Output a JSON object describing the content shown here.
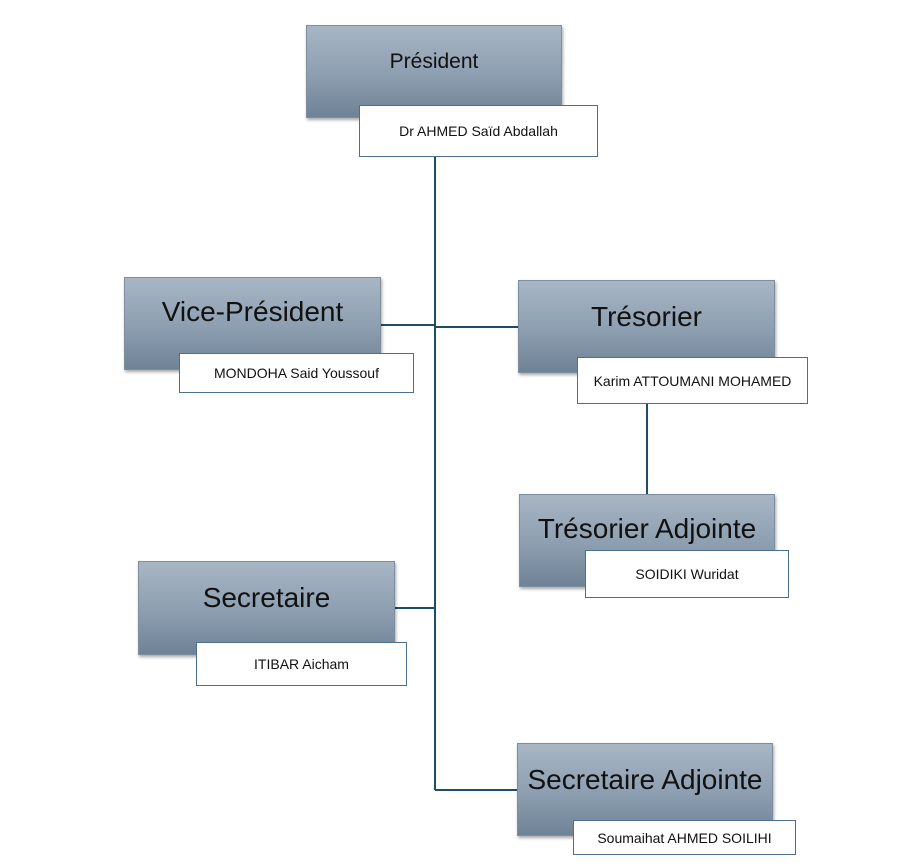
{
  "colors": {
    "connector": "#1f4e63",
    "role_fill": "#8c9eb0",
    "name_border": "#4e6f8c"
  },
  "nodes": {
    "president": {
      "title": "Président",
      "name": "Dr AHMED Saïd Abdallah"
    },
    "vice_president": {
      "title": "Vice-Président",
      "name": "MONDOHA Said Youssouf"
    },
    "tresorier": {
      "title": "Trésorier",
      "name": "Karim ATTOUMANI MOHAMED"
    },
    "tresorier_adjointe": {
      "title": "Trésorier Adjointe",
      "name": "SOIDIKI  Wuridat"
    },
    "secretaire": {
      "title": "Secretaire",
      "name": "ITIBAR  Aicham"
    },
    "secretaire_adjointe": {
      "title": "Secretaire Adjointe",
      "name": "Soumaihat AHMED SOILIHI"
    }
  }
}
